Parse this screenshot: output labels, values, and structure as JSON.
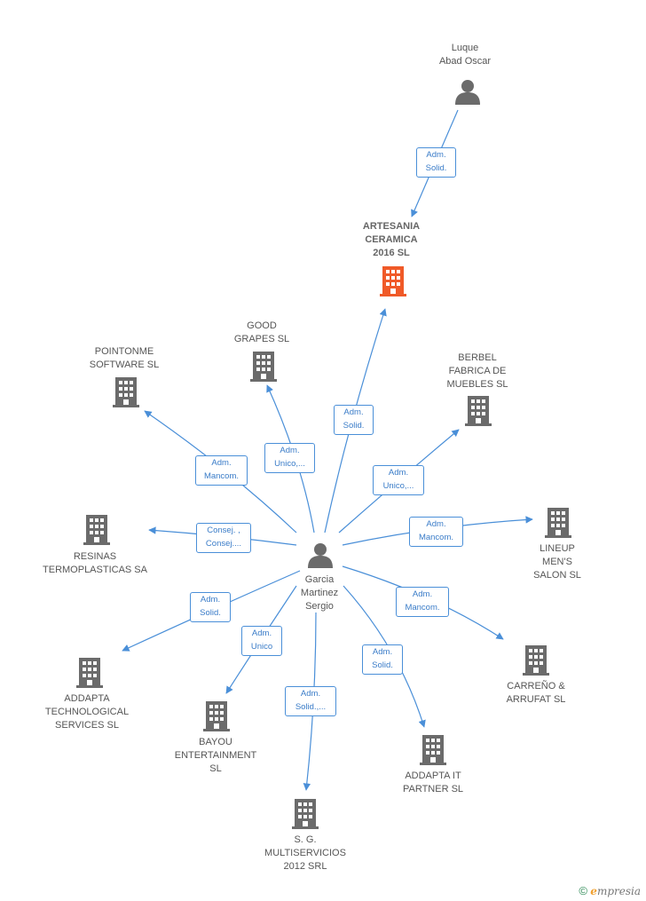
{
  "colors": {
    "edge": "#4a8fd8",
    "building": "#6b6b6b",
    "highlight": "#f05a28",
    "person": "#6b6b6b"
  },
  "nodes": {
    "luque": {
      "label": "Luque\nAbad Oscar",
      "icon": "person-icon"
    },
    "artesania": {
      "label": "ARTESANIA\nCERAMICA\n2016  SL",
      "icon": "building-icon"
    },
    "garcia": {
      "label": "Garcia\nMartinez\nSergio",
      "icon": "person-icon"
    },
    "good_grapes": {
      "label": "GOOD\nGRAPES  SL",
      "icon": "building-icon"
    },
    "pointonme": {
      "label": "POINTONME\nSOFTWARE SL",
      "icon": "building-icon"
    },
    "berbel": {
      "label": "BERBEL\nFABRICA DE\nMUEBLES SL",
      "icon": "building-icon"
    },
    "resinas": {
      "label": "RESINAS\nTERMOPLASTICAS SA",
      "icon": "building-icon"
    },
    "lineup": {
      "label": "LINEUP\nMEN'S\nSALON  SL",
      "icon": "building-icon"
    },
    "addapta_tech": {
      "label": "ADDAPTA\nTECHNOLOGICAL\nSERVICES SL",
      "icon": "building-icon"
    },
    "carreno": {
      "label": "CARREÑO &\nARRUFAT  SL",
      "icon": "building-icon"
    },
    "bayou": {
      "label": "BAYOU\nENTERTAINMENT\nSL",
      "icon": "building-icon"
    },
    "addapta_it": {
      "label": "ADDAPTA IT\nPARTNER  SL",
      "icon": "building-icon"
    },
    "sg": {
      "label": "S.  G.\nMULTISERVICIOS\n2012 SRL",
      "icon": "building-icon"
    }
  },
  "edges": {
    "luque_artesania": "Adm.\nSolid.",
    "garcia_artesania": "Adm.\nSolid.",
    "garcia_good_grapes": "Adm.\nUnico,...",
    "garcia_pointonme": "Adm.\nMancom.",
    "garcia_berbel": "Adm.\nUnico,...",
    "garcia_resinas": "Consej. ,\nConsej....",
    "garcia_lineup": "Adm.\nMancom.",
    "garcia_addapta_tech": "Adm.\nSolid.",
    "garcia_carreno": "Adm.\nMancom.",
    "garcia_bayou": "Adm.\nUnico",
    "garcia_addapta_it": "Adm.\nSolid.",
    "garcia_sg": "Adm.\nSolid.,..."
  },
  "footer": {
    "copyright": "©",
    "brand_initial": "e",
    "brand_rest": "mpresia"
  }
}
